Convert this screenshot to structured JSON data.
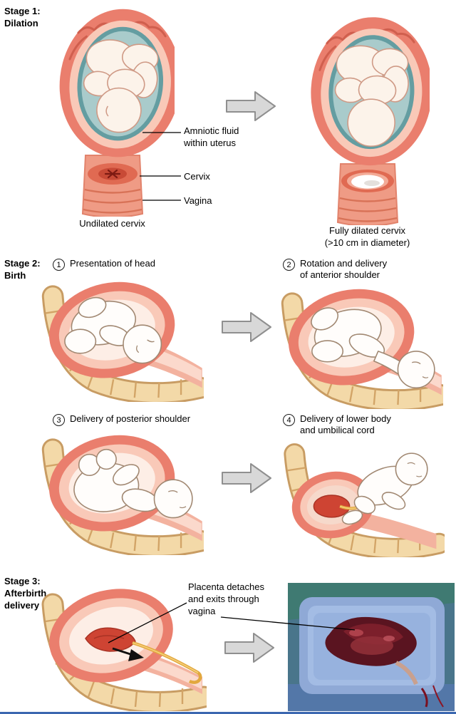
{
  "stage1": {
    "title": "Stage 1:\nDilation",
    "label_amniotic": "Amniotic fluid\nwithin uterus",
    "label_cervix": "Cervix",
    "label_vagina": "Vagina",
    "caption_left": "Undilated cervix",
    "caption_right": "Fully dilated cervix\n(>10 cm in diameter)"
  },
  "stage2": {
    "title": "Stage 2:\nBirth",
    "panels": [
      {
        "number": "1",
        "caption": "Presentation of head"
      },
      {
        "number": "2",
        "caption": "Rotation and delivery\nof anterior shoulder"
      },
      {
        "number": "3",
        "caption": "Delivery of posterior shoulder"
      },
      {
        "number": "4",
        "caption": "Delivery of lower body\nand umbilical cord"
      }
    ]
  },
  "stage3": {
    "title": "Stage 3:\nAfterbirth\ndelivery",
    "label_placenta": "Placenta detaches\nand exits through\nvagina"
  },
  "colors": {
    "uterus_wall": "#ea7e6d",
    "uterus_lining": "#f9c9b8",
    "amniotic_fluid": "#a9cbcb",
    "cervix": "#c84a36",
    "spine_bone": "#f3d9a8",
    "umbilical_cord": "#e2a83e",
    "placenta": "#ce4433",
    "arrow_fill": "#d8d8d8",
    "arrow_outline": "#8f8f8f",
    "photo_tray": "#8fa9d6",
    "photo_placenta": "#5a1420",
    "bottom_rule": "#3b67b0"
  }
}
